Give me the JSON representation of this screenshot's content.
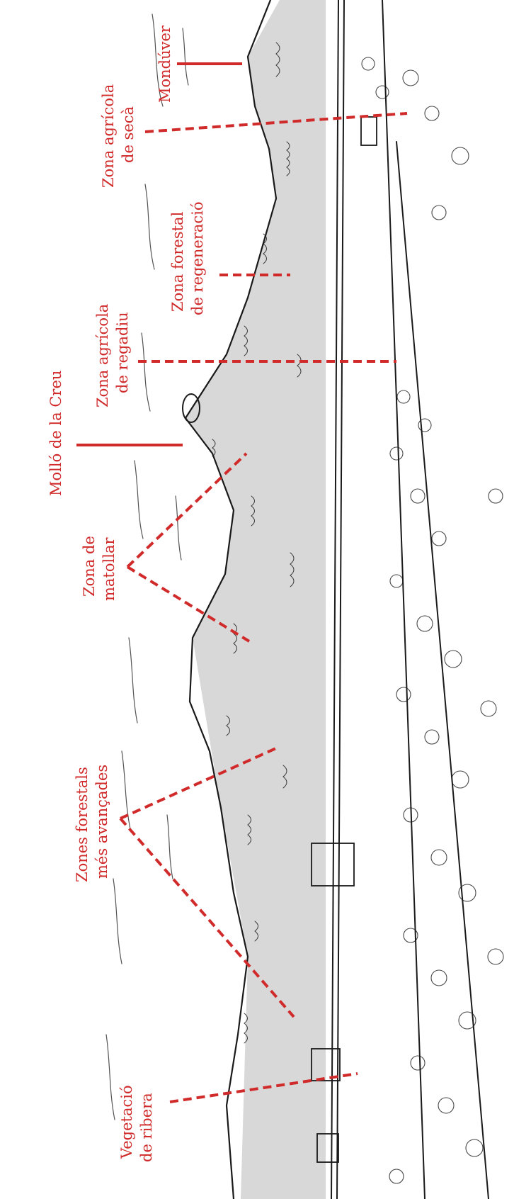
{
  "labels": {
    "monduver": "Mondúver",
    "agricola_seca_1": "Zona agrícola",
    "agricola_seca_2": "de secà",
    "forestal_regen_1": "Zona forestal",
    "forestal_regen_2": "de regeneració",
    "agricola_regadiu_1": "Zona agrícola",
    "agricola_regadiu_2": "de regadiu",
    "mollo_creu": "Molló de la Creu",
    "matollar_1": "Zona de",
    "matollar_2": "matollar",
    "forestals_avancades_1": "Zones forestals",
    "forestals_avancades_2": "més avançades",
    "ribera_1": "Vegetació",
    "ribera_2": "de ribera"
  },
  "colors": {
    "annotation": "#d02a2a",
    "ink": "#1a1a1a",
    "paper": "#ffffff"
  }
}
